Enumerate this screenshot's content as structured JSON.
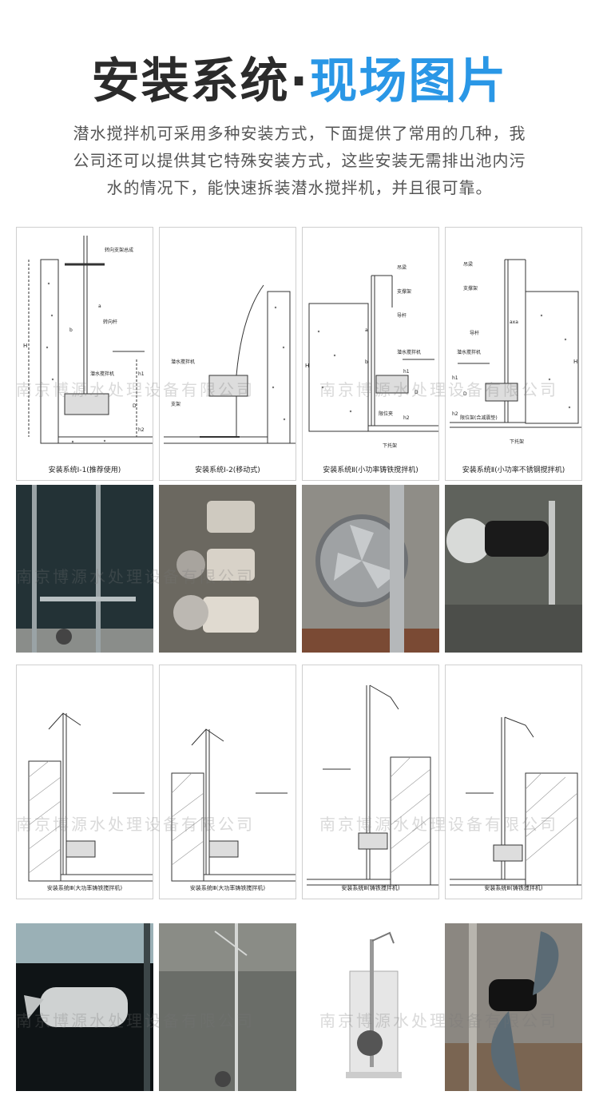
{
  "header": {
    "title_dark": "安装系统",
    "title_dot": "·",
    "title_blue": "现场图片",
    "intro_lines": [
      "潜水搅拌机可采用多种安装方式，下面提供了常用的几种，我",
      "公司还可以提供其它特殊安装方式，这些安装无需排出池内污",
      "水的情况下，能快速拆装潜水搅拌机，并且很可靠。"
    ]
  },
  "watermark": "南京博源水处理设备有限公司",
  "row1": {
    "d1": {
      "caption": "安装系统Ⅰ-1(推荐使用)",
      "labels": [
        "转向支架总成",
        "转向杆",
        "潜水搅拌机",
        "H",
        "h1",
        "h2",
        "D",
        "a",
        "b"
      ]
    },
    "d2": {
      "caption": "安装系统Ⅰ-2(移动式)",
      "labels": [
        "潜水搅拌机",
        "支架"
      ]
    },
    "d3": {
      "caption": "安装系统Ⅱ(小功率铸铁搅拌机)",
      "labels": [
        "吊梁",
        "支撑架",
        "导杆",
        "潜水搅拌机",
        "限位夹",
        "下托架",
        "a",
        "b",
        "H",
        "h1",
        "h2",
        "D"
      ]
    },
    "d4": {
      "caption": "安装系统Ⅱ(小功率不锈钢搅拌机)",
      "labels": [
        "吊梁",
        "支撑架",
        "导杆",
        "潜水搅拌机",
        "限位架(合减震垫)",
        "下托架",
        "axa",
        "H",
        "h1",
        "h2",
        "D"
      ]
    }
  },
  "row3": {
    "d1": {
      "caption": "安装系统Ⅲ(大功率铸铁搅拌机)"
    },
    "d2": {
      "caption": "安装系统Ⅲ(大功率铸铁搅拌机)"
    },
    "d3": {
      "caption": "安装系统Ⅲ(铸铁搅拌机)"
    },
    "d4": {
      "caption": "安装系统Ⅲ(铸铁搅拌机)"
    }
  }
}
